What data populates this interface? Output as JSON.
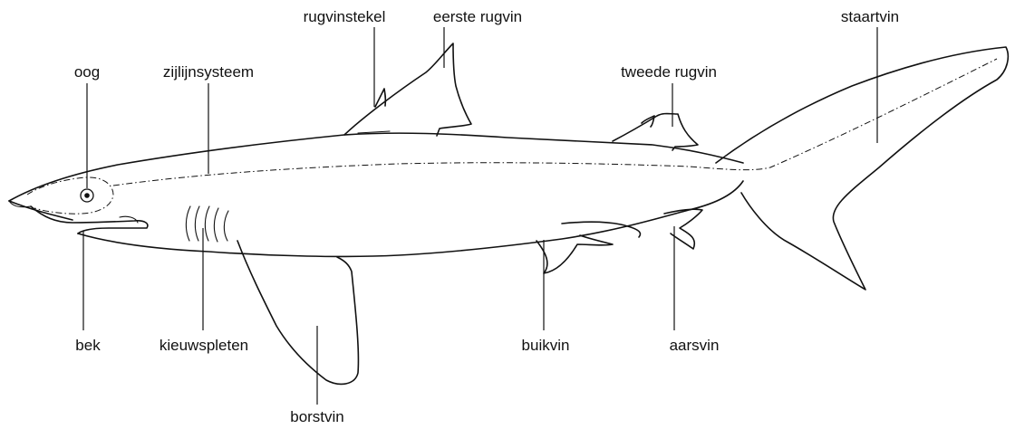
{
  "labels": {
    "oog": "oog",
    "zijlijnsysteem": "zijlijnsysteem",
    "rugvinstekel": "rugvinstekel",
    "eerste_rugvin": "eerste rugvin",
    "tweede_rugvin": "tweede rugvin",
    "staartvin": "staartvin",
    "bek": "bek",
    "kieuwspleten": "kieuwspleten",
    "borstvin": "borstvin",
    "buikvin": "buikvin",
    "aarsvin": "aarsvin"
  }
}
